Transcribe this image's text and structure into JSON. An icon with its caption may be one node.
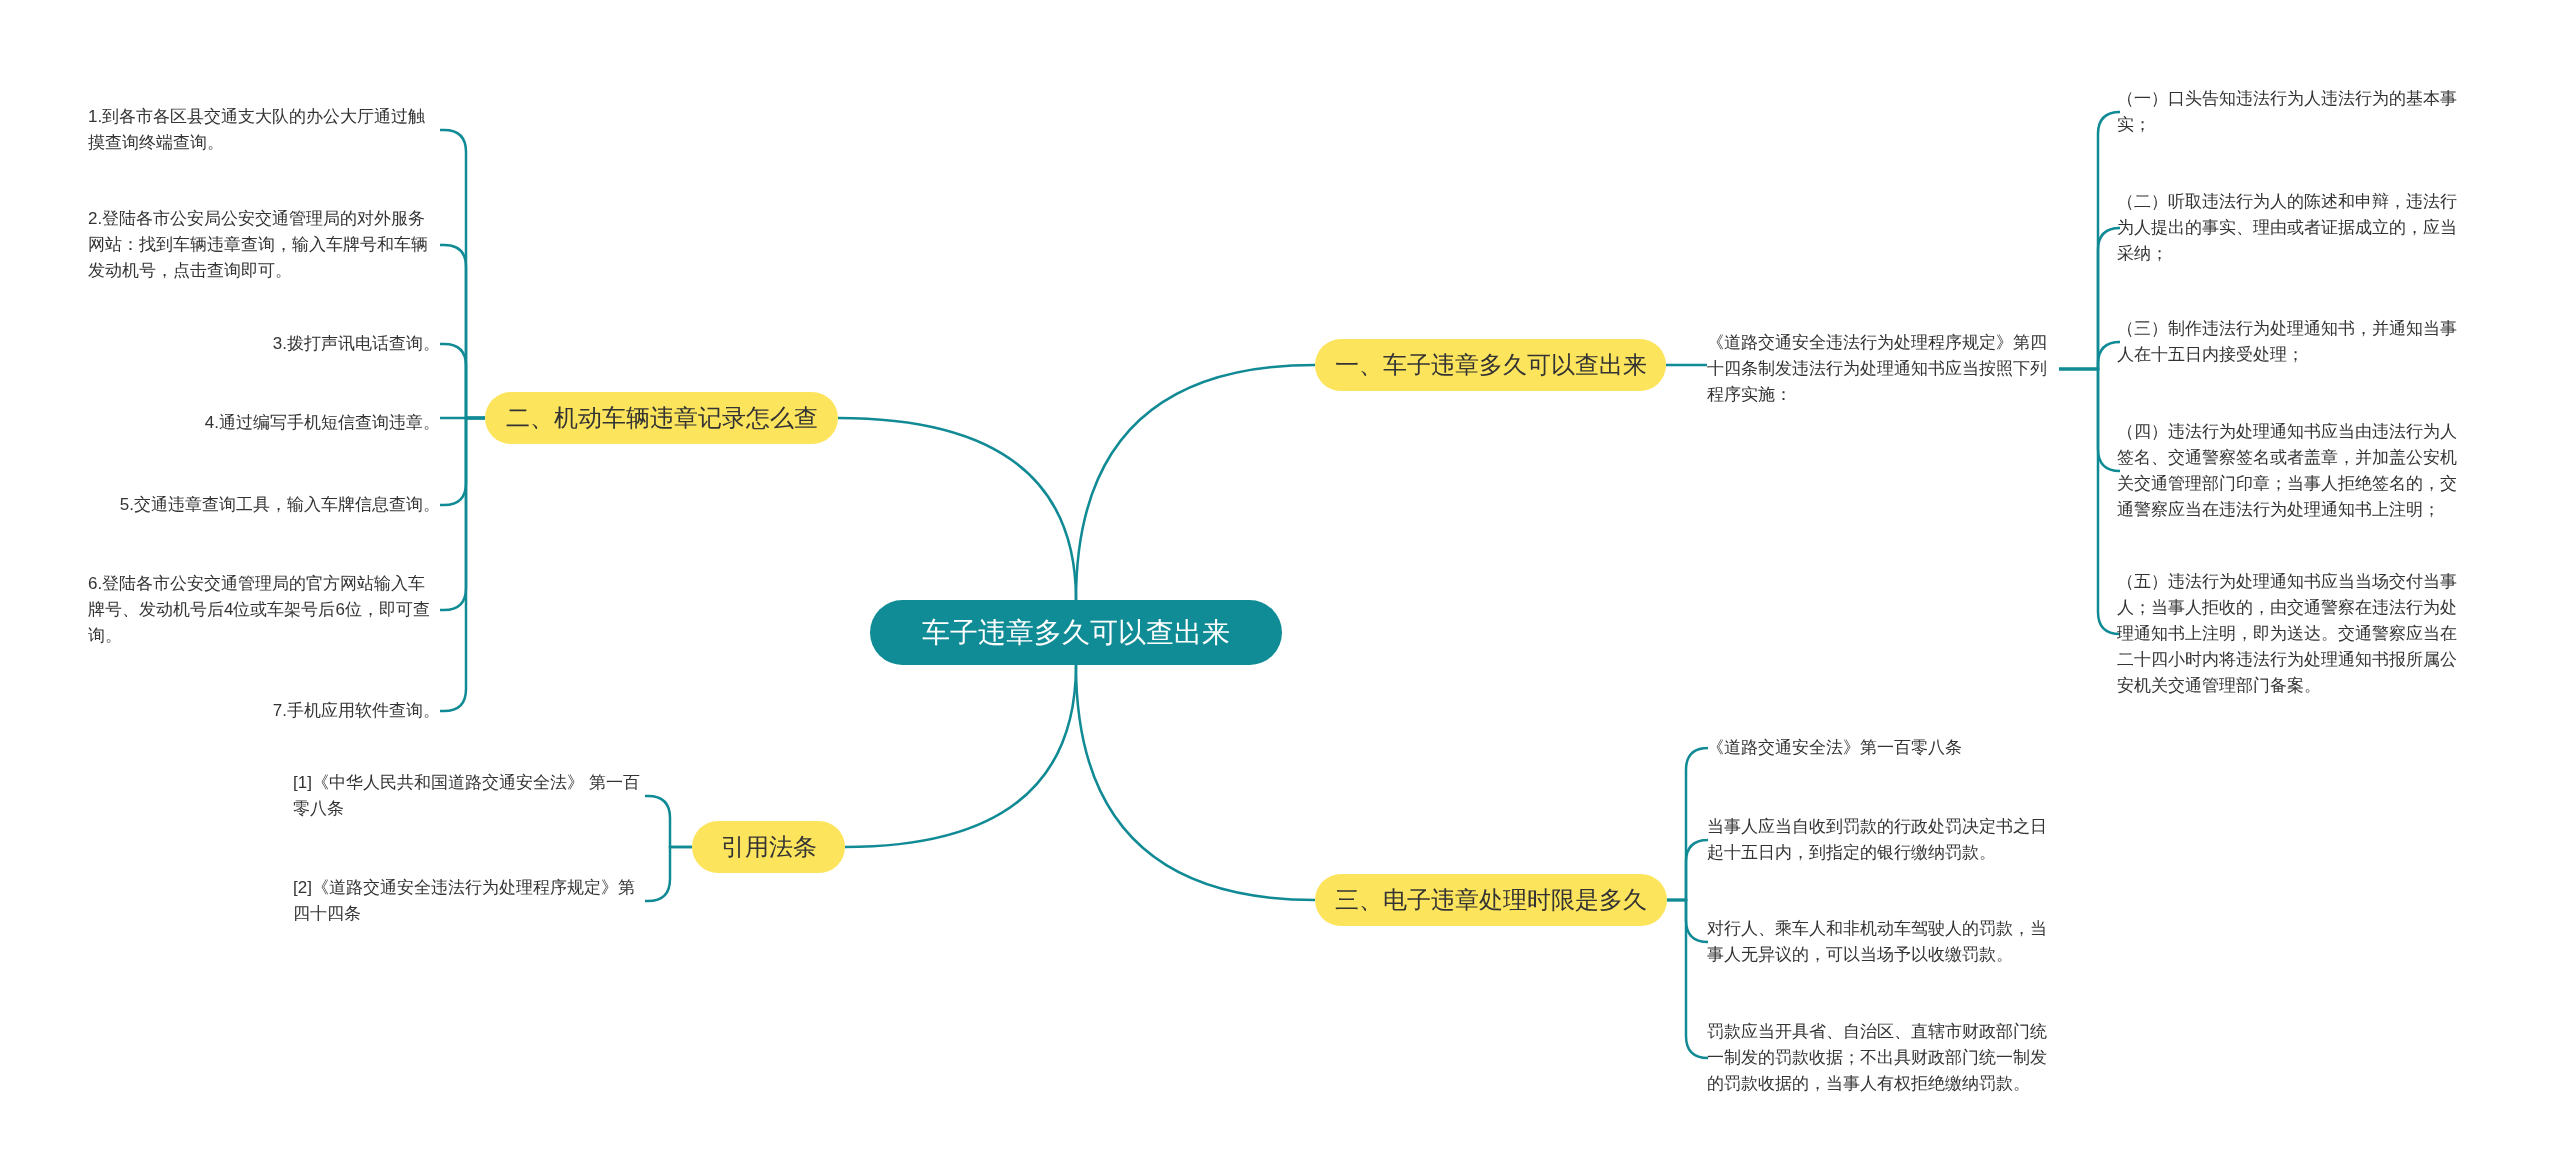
{
  "diagram": {
    "nodes": [
      {
        "text": [
          "车子违章多久可以查出来"
        ]
      },
      {
        "text": [
          "一、车子违章多久可以查出来"
        ]
      },
      {
        "text": [
          "《道路交通安全违法行为处理程序规定》第四十四条制发违法行为处理通知书应当按照下列程序实施："
        ]
      },
      {
        "text": [
          "（一）口头告知违法行为人违法行为的基本事实；"
        ]
      },
      {
        "text": [
          "（二）听取违法行为人的陈述和申辩，违法行为人提出的事实、理由或者证据成立的，应当采纳；"
        ]
      },
      {
        "text": [
          "（三）制作违法行为处理通知书，并通知当事人在十五日内接受处理；"
        ]
      },
      {
        "text": [
          "（四）违法行为处理通知书应当由违法行为人签名、交通警察签名或者盖章，并加盖公安机关交通管理部门印章；当事人拒绝签名的，交通警察应当在违法行为处理通知书上注明；"
        ]
      },
      {
        "text": [
          "（五）违法行为处理通知书应当当场交付当事人；当事人拒收的，由交通警察在违法行为处理通知书上注明，即为送达。交通警察应当在二十四小时内将违法行为处理通知书报所属公安机关交通管理部门备案。"
        ]
      },
      {
        "text": [
          "二、机动车辆违章记录怎么查"
        ]
      },
      {
        "text": [
          "1.到各市各区县交通支大队的办公大厅通过触摸查询终端查询。"
        ]
      },
      {
        "text": [
          "2.登陆各市公安局公安交通管理局的对外服务网站：找到车辆违章查询，输入车牌号和车辆发动机号，点击查询即可。"
        ]
      },
      {
        "text": [
          "3.拨打声讯电话查询。"
        ]
      },
      {
        "text": [
          "4.通过编写手机短信查询违章。"
        ]
      },
      {
        "text": [
          "5.交通违章查询工具，输入车牌信息查询。"
        ]
      },
      {
        "text": [
          "6.登陆各市公安交通管理局的官方网站输入车牌号、发动机号后4位或车架号后6位，即可查询。"
        ]
      },
      {
        "text": [
          "7.手机应用软件查询。"
        ]
      },
      {
        "text": [
          "引用法条"
        ]
      },
      {
        "text": [
          "[1]《中华人民共和国道路交通安全法》 第一百零八条"
        ]
      },
      {
        "text": [
          "[2]《道路交通安全违法行为处理程序规定》第四十四条"
        ]
      },
      {
        "text": [
          "三、电子违章处理时限是多久"
        ]
      },
      {
        "text": [
          "《道路交通安全法》第一百零八条"
        ]
      },
      {
        "text": [
          "当事人应当自收到罚款的行政处罚决定书之日起十五日内，到指定的银行缴纳罚款。"
        ]
      },
      {
        "text": [
          "对行人、乘车人和非机动车驾驶人的罚款，当事人无异议的，可以当场予以收缴罚款。"
        ]
      },
      {
        "text": [
          "罚款应当开具省、自治区、直辖市财政部门统一制发的罚款收据；不出具财政部门统一制发的罚款收据的，当事人有权拒绝缴纳罚款。"
        ]
      }
    ],
    "edges": [
      {
        "from": 0,
        "to": 1,
        "arrow": "none"
      },
      {
        "from": 1,
        "to": 2,
        "arrow": "none"
      },
      {
        "from": 2,
        "to": 3,
        "arrow": "none"
      },
      {
        "from": 2,
        "to": 4,
        "arrow": "none"
      },
      {
        "from": 2,
        "to": 5,
        "arrow": "none"
      },
      {
        "from": 2,
        "to": 6,
        "arrow": "none"
      },
      {
        "from": 2,
        "to": 7,
        "arrow": "none"
      },
      {
        "from": 0,
        "to": 8,
        "arrow": "none"
      },
      {
        "from": 8,
        "to": 9,
        "arrow": "none"
      },
      {
        "from": 8,
        "to": 10,
        "arrow": "none"
      },
      {
        "from": 8,
        "to": 11,
        "arrow": "none"
      },
      {
        "from": 8,
        "to": 12,
        "arrow": "none"
      },
      {
        "from": 8,
        "to": 13,
        "arrow": "none"
      },
      {
        "from": 8,
        "to": 14,
        "arrow": "none"
      },
      {
        "from": 8,
        "to": 15,
        "arrow": "none"
      },
      {
        "from": 0,
        "to": 16,
        "arrow": "none"
      },
      {
        "from": 16,
        "to": 17,
        "arrow": "none"
      },
      {
        "from": 16,
        "to": 18,
        "arrow": "none"
      },
      {
        "from": 0,
        "to": 19,
        "arrow": "none"
      },
      {
        "from": 19,
        "to": 20,
        "arrow": "none"
      },
      {
        "from": 19,
        "to": 21,
        "arrow": "none"
      },
      {
        "from": 19,
        "to": 22,
        "arrow": "none"
      },
      {
        "from": 19,
        "to": 23,
        "arrow": "none"
      }
    ]
  }
}
